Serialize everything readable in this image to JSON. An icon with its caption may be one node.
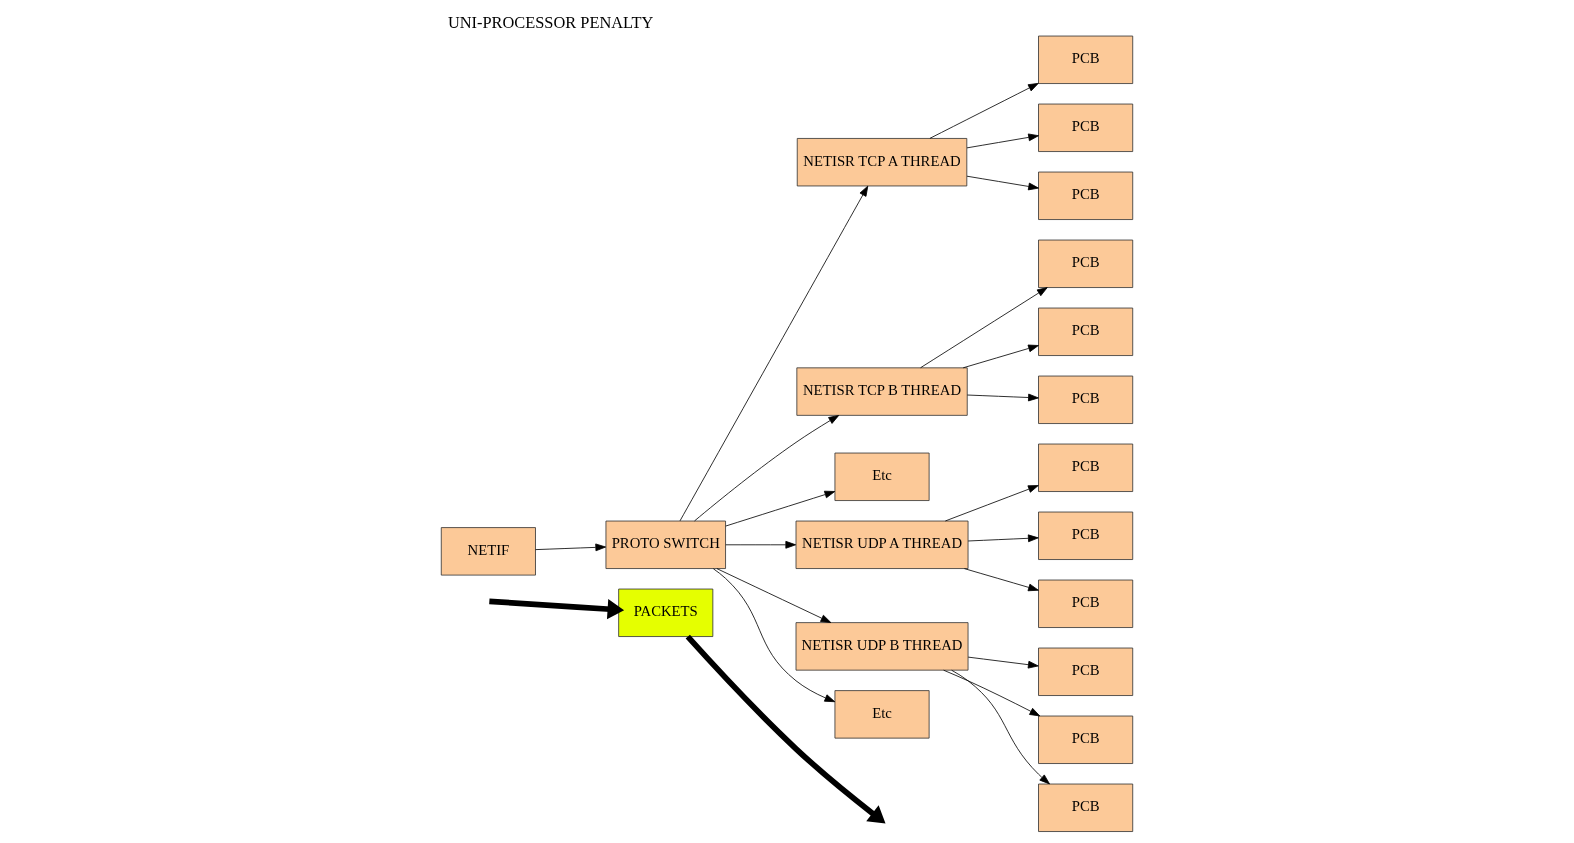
{
  "diagram": {
    "title": "UNI-PROCESSOR PENALTY",
    "nodes": [
      {
        "text": [
          "NETIF"
        ]
      },
      {
        "text": [
          "PROTO SWITCH"
        ]
      },
      {
        "text": [
          "PACKETS"
        ]
      },
      {
        "text": [
          "NETISR TCP A THREAD"
        ]
      },
      {
        "text": [
          "NETISR TCP B THREAD"
        ]
      },
      {
        "text": [
          "Etc"
        ]
      },
      {
        "text": [
          "NETISR UDP A THREAD"
        ]
      },
      {
        "text": [
          "NETISR UDP B THREAD"
        ]
      },
      {
        "text": [
          "Etc"
        ]
      },
      {
        "text": [
          "PCB"
        ]
      },
      {
        "text": [
          "PCB"
        ]
      },
      {
        "text": [
          "PCB"
        ]
      },
      {
        "text": [
          "PCB"
        ]
      },
      {
        "text": [
          "PCB"
        ]
      },
      {
        "text": [
          "PCB"
        ]
      },
      {
        "text": [
          "PCB"
        ]
      },
      {
        "text": [
          "PCB"
        ]
      },
      {
        "text": [
          "PCB"
        ]
      },
      {
        "text": [
          "PCB"
        ]
      },
      {
        "text": [
          "PCB"
        ]
      },
      {
        "text": [
          "PCB"
        ]
      }
    ],
    "edges": [
      {
        "from": 0,
        "to": 1,
        "arrow": "to"
      },
      {
        "from": 2,
        "to": null,
        "arrow": "to",
        "style": "thick"
      },
      {
        "from": null,
        "to": 2,
        "arrow": "to",
        "style": "thick"
      },
      {
        "from": 1,
        "to": 3,
        "arrow": "to"
      },
      {
        "from": 1,
        "to": 4,
        "arrow": "to"
      },
      {
        "from": 1,
        "to": 5,
        "arrow": "to"
      },
      {
        "from": 1,
        "to": 6,
        "arrow": "to"
      },
      {
        "from": 1,
        "to": 7,
        "arrow": "to"
      },
      {
        "from": 1,
        "to": 8,
        "arrow": "to"
      },
      {
        "from": 3,
        "to": 9,
        "arrow": "to"
      },
      {
        "from": 3,
        "to": 10,
        "arrow": "to"
      },
      {
        "from": 3,
        "to": 11,
        "arrow": "to"
      },
      {
        "from": 4,
        "to": 12,
        "arrow": "to"
      },
      {
        "from": 4,
        "to": 13,
        "arrow": "to"
      },
      {
        "from": 4,
        "to": 14,
        "arrow": "to"
      },
      {
        "from": 6,
        "to": 15,
        "arrow": "to"
      },
      {
        "from": 6,
        "to": 16,
        "arrow": "to"
      },
      {
        "from": 6,
        "to": 17,
        "arrow": "to"
      },
      {
        "from": 7,
        "to": 18,
        "arrow": "to"
      },
      {
        "from": 7,
        "to": 19,
        "arrow": "to"
      },
      {
        "from": 7,
        "to": 20,
        "arrow": "to"
      }
    ]
  }
}
